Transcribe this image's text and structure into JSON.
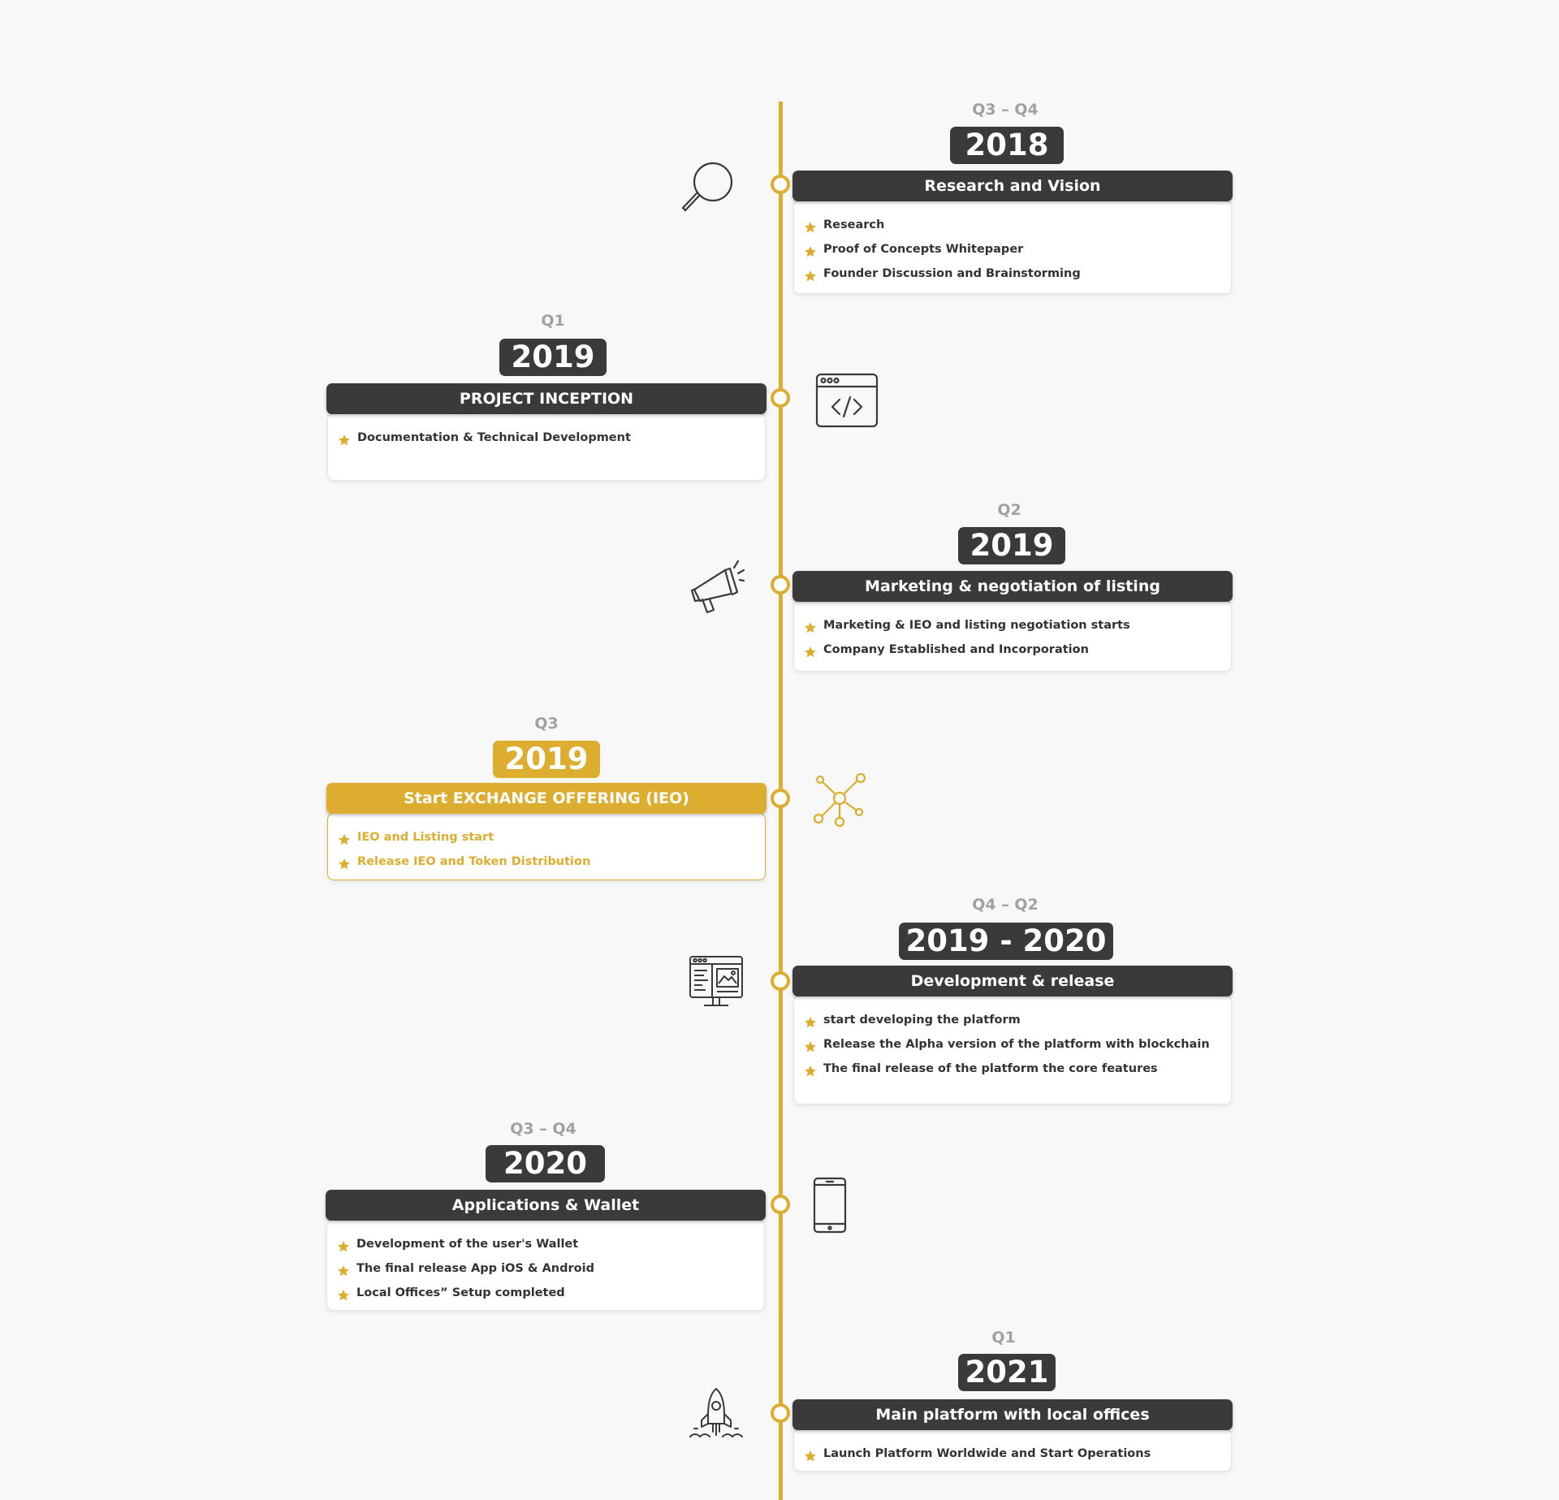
{
  "milestones": [
    {
      "quarter": "Q3 – Q4",
      "year": "2018",
      "title": "Research and Vision",
      "items": [
        "Research",
        "Proof of Concepts Whitepaper",
        "Founder Discussion and Brainstorming"
      ],
      "icon": "magnifier-icon"
    },
    {
      "quarter": "Q1",
      "year": "2019",
      "title": "PROJECT INCEPTION",
      "items": [
        "Documentation & Technical Development"
      ],
      "icon": "code-window-icon"
    },
    {
      "quarter": "Q2",
      "year": "2019",
      "title": "Marketing & negotiation of listing",
      "items": [
        "Marketing & IEO and listing negotiation starts",
        "Company Established and Incorporation"
      ],
      "icon": "megaphone-icon"
    },
    {
      "quarter": "Q3",
      "year": "2019",
      "title": "Start EXCHANGE OFFERING (IEO)",
      "items": [
        "IEO and Listing start",
        "Release IEO and Token Distribution"
      ],
      "icon": "network-nodes-icon",
      "highlighted": true
    },
    {
      "quarter": "Q4 – Q2",
      "year": "2019 - 2020",
      "title": "Development & release",
      "items": [
        "start developing the platform",
        "Release the Alpha version of the platform with blockchain",
        "The final release of the platform the core features"
      ],
      "icon": "web-development-icon"
    },
    {
      "quarter": "Q3 – Q4",
      "year": "2020",
      "title": "Applications & Wallet",
      "items": [
        "Development of the user's Wallet",
        "The final release App iOS & Android",
        "Local Offices” Setup completed"
      ],
      "icon": "smartphone-icon"
    },
    {
      "quarter": "Q1",
      "year": "2021",
      "title": "Main platform with local offices",
      "items": [
        "Launch Platform Worldwide and Start Operations"
      ],
      "icon": "rocket-icon"
    }
  ],
  "colors": {
    "accent": "#dcad2f",
    "dark": "#3a3a3a",
    "muted": "#a1a1a1",
    "background": "#f8f8f8"
  }
}
